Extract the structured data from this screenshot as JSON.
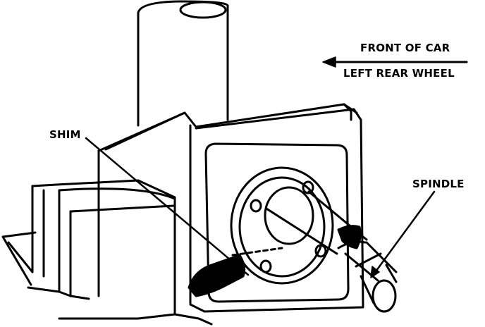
{
  "labels": {
    "front_of_car": "FRONT OF CAR",
    "left_rear_wheel": "LEFT REAR WHEEL",
    "shim": "SHIM",
    "spindle": "SPINDLE"
  },
  "colors": {
    "ink": "#000000",
    "paper": "#ffffff"
  }
}
